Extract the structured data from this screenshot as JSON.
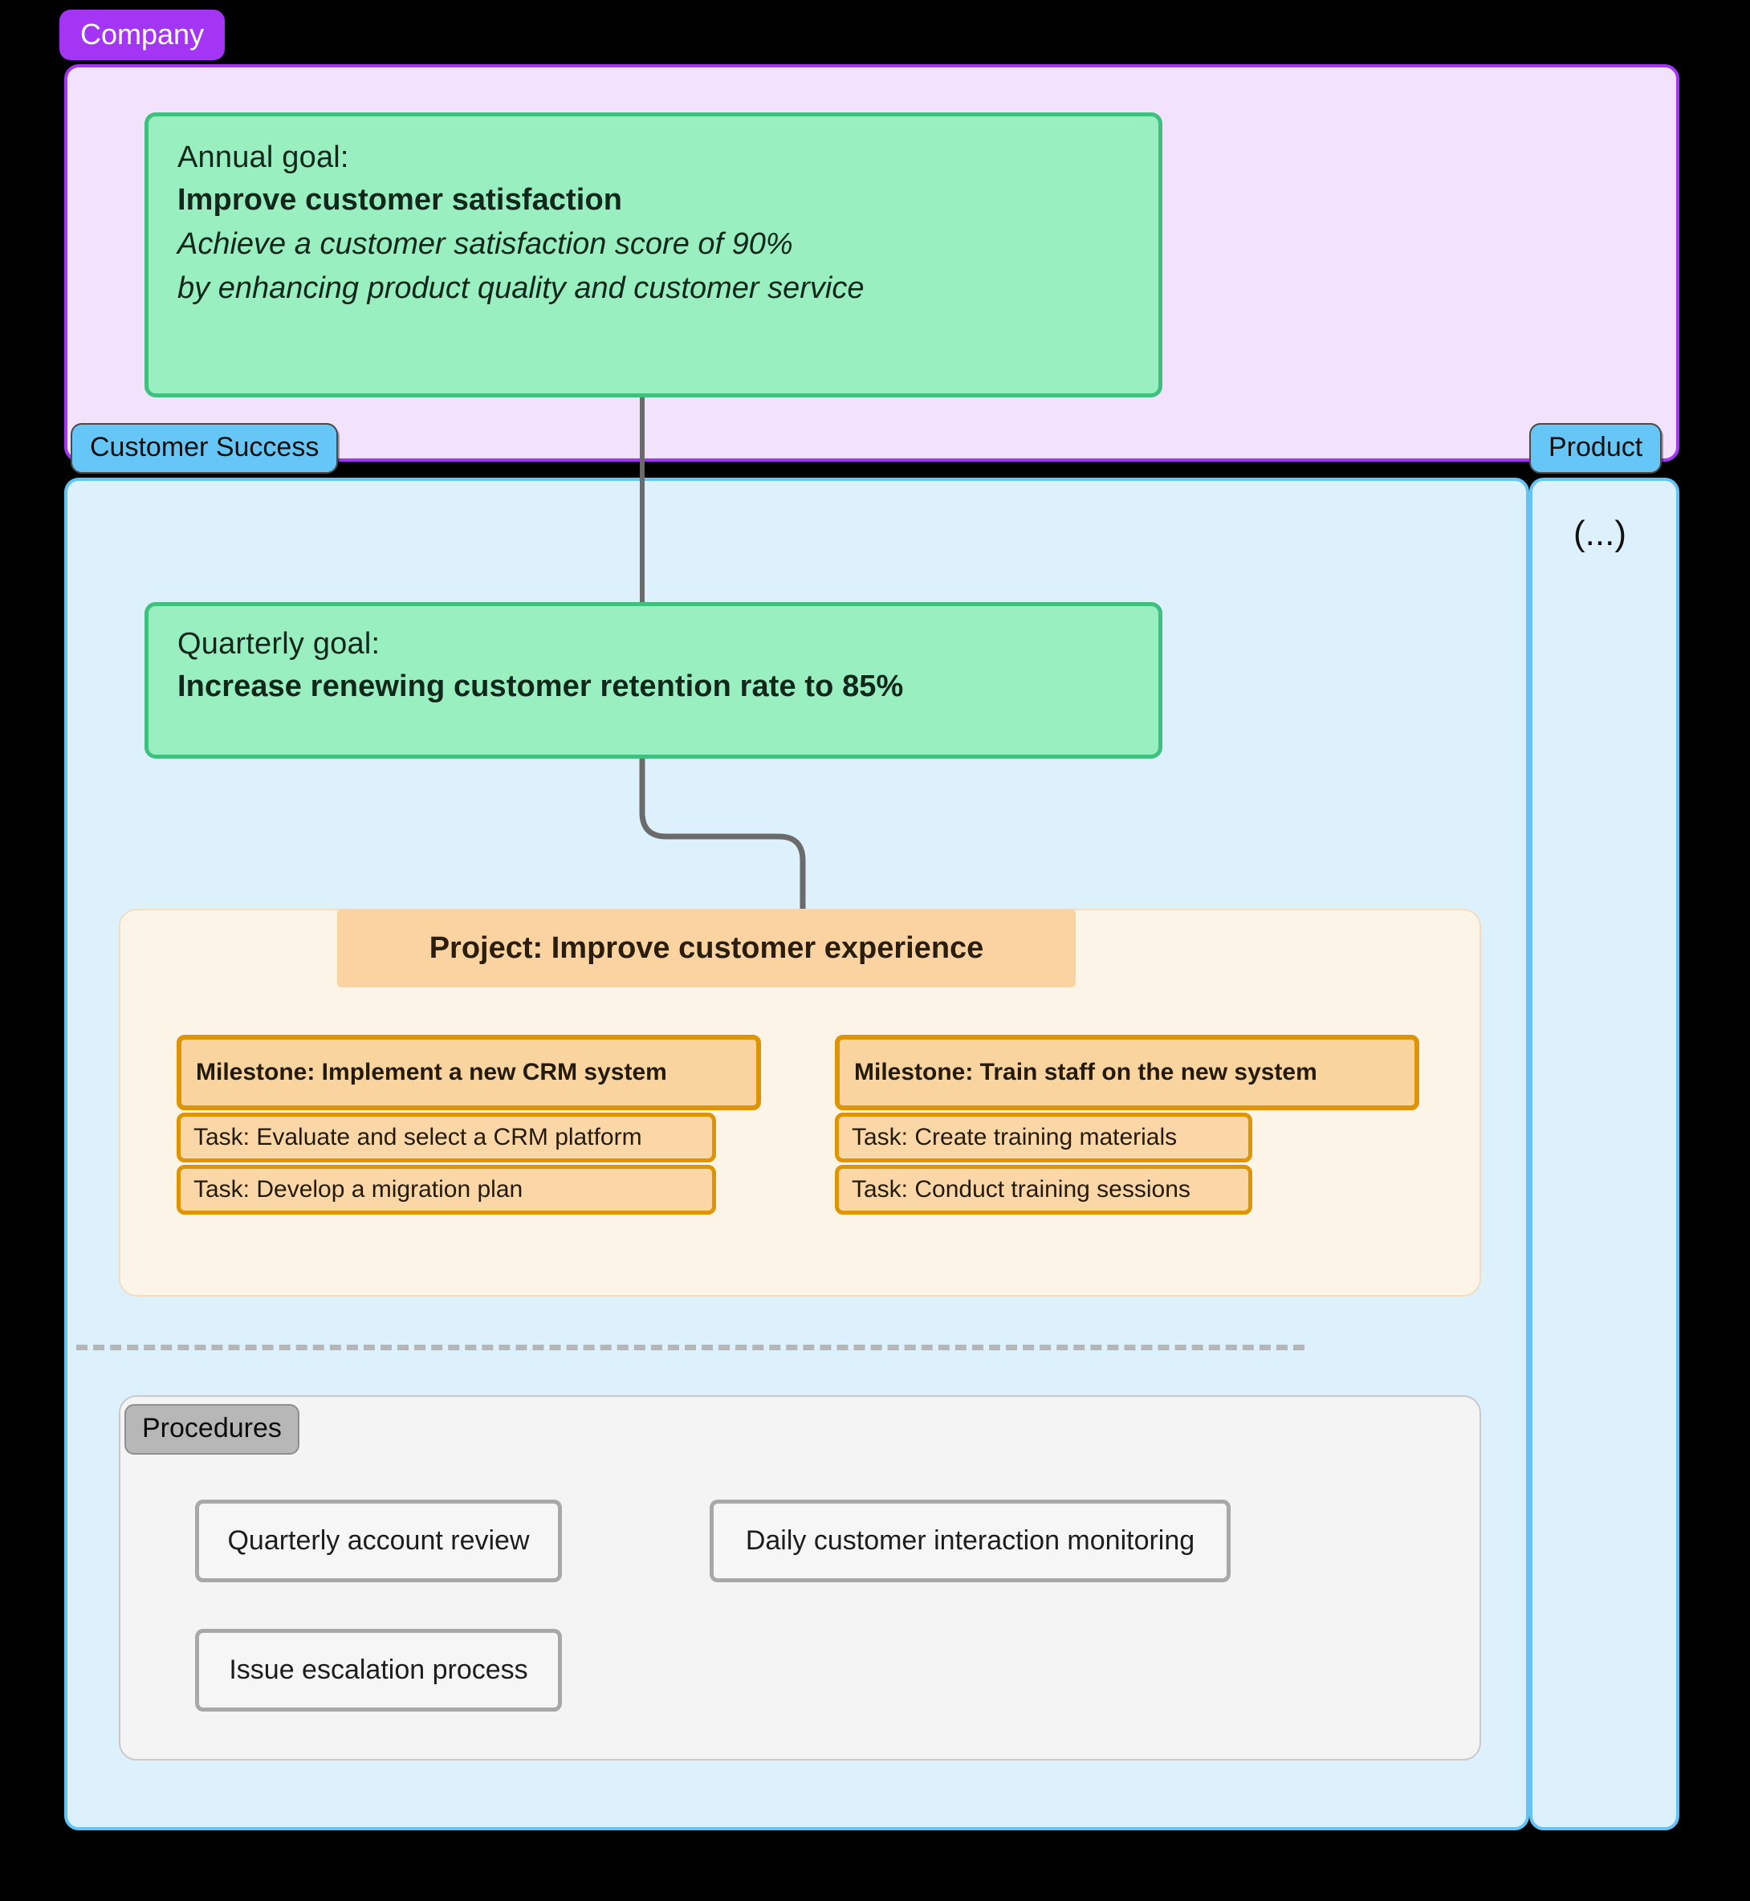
{
  "company": {
    "badge_label": "Company",
    "panel_color": "#f3e2fb",
    "badge_color": "#a435f5"
  },
  "annual_goal": {
    "kicker": "Annual goal:",
    "title": "Improve customer satisfaction",
    "description_line1": "Achieve a customer satisfaction score of 90%",
    "description_line2": "by enhancing product quality and customer service",
    "color": "#99efbf"
  },
  "teams": [
    {
      "badge_label": "Customer Success",
      "badge_color": "#66c6f7",
      "panel_color": "#ddf1fd"
    },
    {
      "badge_label": "Product",
      "badge_color": "#66c6f7",
      "panel_color": "#ddf1fd",
      "placeholder": "(...)"
    }
  ],
  "quarterly_goal": {
    "kicker": "Quarterly goal:",
    "title": "Increase renewing customer retention rate to 85%",
    "color": "#99efbf"
  },
  "project": {
    "header_label": "Project: Improve customer experience",
    "header_color": "#fad3a0",
    "container_color": "#fdf4e8",
    "milestones": [
      {
        "label": "Milestone: Implement a new CRM system",
        "tasks": [
          "Task: Evaluate and select a CRM platform",
          "Task: Develop a migration plan"
        ]
      },
      {
        "label": "Milestone: Train staff on the new system",
        "tasks": [
          "Task: Create training materials",
          "Task: Conduct training sessions"
        ]
      }
    ]
  },
  "procedures": {
    "badge_label": "Procedures",
    "badge_color": "#b7b7b7",
    "items": [
      "Quarterly account review",
      "Daily customer interaction monitoring",
      "Issue escalation process"
    ]
  }
}
